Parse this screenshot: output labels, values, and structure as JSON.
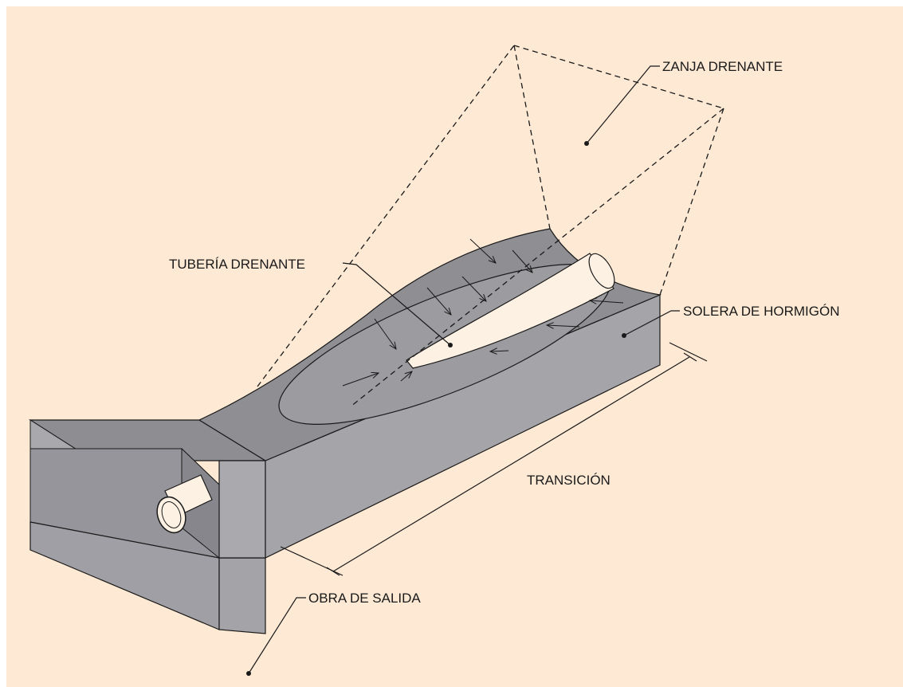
{
  "labels": {
    "zanja": "ZANJA DRENANTE",
    "tuberia": "TUBERÍA DRENANTE",
    "solera": "SOLERA DE HORMIGÓN",
    "transicion": "TRANSICIÓN",
    "obra": "OBRA DE SALIDA"
  },
  "colors": {
    "background": "#fde9d4",
    "concrete_top": "#8f8f94",
    "concrete_side": "#a4a4a8",
    "concrete_dark": "#7d7d82",
    "pipe": "#fdf1e4",
    "line": "#1a1a1a"
  }
}
